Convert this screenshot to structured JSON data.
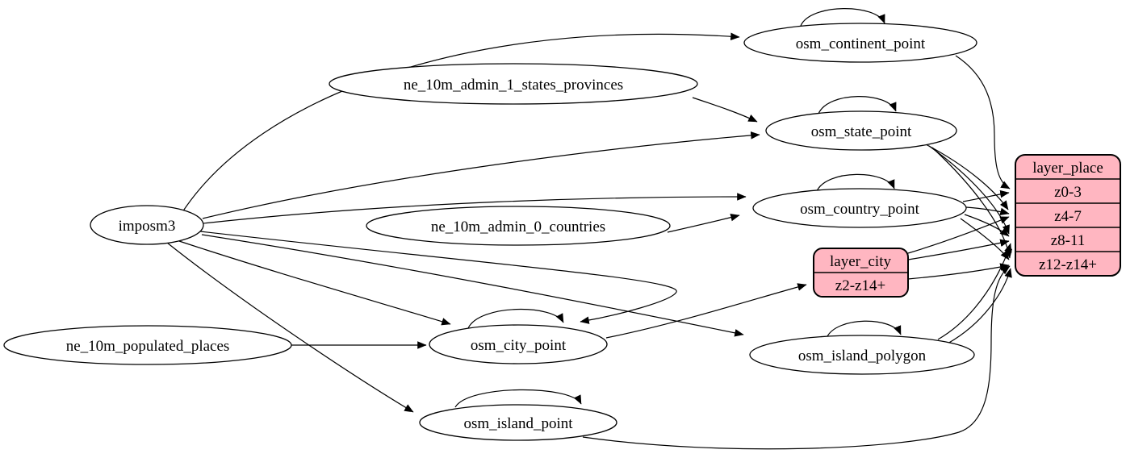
{
  "colors": {
    "background": "#ffffff",
    "node_fill": "#ffffff",
    "record_fill": "#ffb6c1",
    "stroke": "#000000"
  },
  "nodes": {
    "imposm3": {
      "label": "imposm3"
    },
    "ne_10m_admin_1_states_provinces": {
      "label": "ne_10m_admin_1_states_provinces"
    },
    "ne_10m_admin_0_countries": {
      "label": "ne_10m_admin_0_countries"
    },
    "ne_10m_populated_places": {
      "label": "ne_10m_populated_places"
    },
    "osm_continent_point": {
      "label": "osm_continent_point"
    },
    "osm_state_point": {
      "label": "osm_state_point"
    },
    "osm_country_point": {
      "label": "osm_country_point"
    },
    "osm_city_point": {
      "label": "osm_city_point"
    },
    "osm_island_polygon": {
      "label": "osm_island_polygon"
    },
    "osm_island_point": {
      "label": "osm_island_point"
    }
  },
  "records": {
    "layer_city": {
      "title": "layer_city",
      "rows": [
        "z2-z14+"
      ]
    },
    "layer_place": {
      "title": "layer_place",
      "rows": [
        "z0-3",
        "z4-7",
        "z8-11",
        "z12-z14+"
      ]
    }
  },
  "edges": [
    {
      "from": "imposm3",
      "to": "osm_continent_point"
    },
    {
      "from": "imposm3",
      "to": "osm_state_point"
    },
    {
      "from": "imposm3",
      "to": "osm_country_point"
    },
    {
      "from": "imposm3",
      "to": "osm_city_point"
    },
    {
      "from": "imposm3",
      "to": "osm_island_point"
    },
    {
      "from": "imposm3",
      "to": "osm_island_polygon"
    },
    {
      "from": "ne_10m_admin_1_states_provinces",
      "to": "osm_state_point"
    },
    {
      "from": "ne_10m_admin_0_countries",
      "to": "osm_country_point"
    },
    {
      "from": "ne_10m_populated_places",
      "to": "osm_city_point"
    },
    {
      "from": "osm_continent_point",
      "to": "osm_continent_point"
    },
    {
      "from": "osm_state_point",
      "to": "osm_state_point"
    },
    {
      "from": "osm_country_point",
      "to": "osm_country_point"
    },
    {
      "from": "osm_city_point",
      "to": "osm_city_point"
    },
    {
      "from": "osm_island_polygon",
      "to": "osm_island_polygon"
    },
    {
      "from": "osm_island_point",
      "to": "osm_island_point"
    },
    {
      "from": "osm_continent_point",
      "to": "layer_place:z0-3"
    },
    {
      "from": "osm_country_point",
      "to": "layer_place:z0-3"
    },
    {
      "from": "osm_country_point",
      "to": "layer_place:z4-7"
    },
    {
      "from": "osm_country_point",
      "to": "layer_place:z8-11"
    },
    {
      "from": "osm_country_point",
      "to": "layer_place:z12-z14+"
    },
    {
      "from": "osm_state_point",
      "to": "layer_place:z4-7"
    },
    {
      "from": "osm_state_point",
      "to": "layer_place:z8-11"
    },
    {
      "from": "osm_state_point",
      "to": "layer_place:z12-z14+"
    },
    {
      "from": "osm_city_point",
      "to": "layer_city:z2-z14+"
    },
    {
      "from": "layer_city",
      "to": "layer_place:z4-7"
    },
    {
      "from": "layer_city",
      "to": "layer_place:z8-11"
    },
    {
      "from": "layer_city",
      "to": "layer_place:z12-z14+"
    },
    {
      "from": "osm_island_polygon",
      "to": "layer_place:z8-11"
    },
    {
      "from": "osm_island_polygon",
      "to": "layer_place:z12-z14+"
    },
    {
      "from": "osm_island_point",
      "to": "layer_place:z12-z14+"
    }
  ]
}
